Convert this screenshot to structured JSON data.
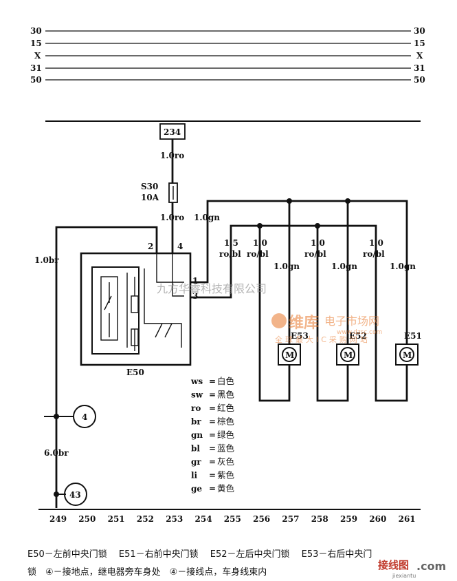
{
  "rails_left": [
    "30",
    "15",
    "X",
    "31",
    "50"
  ],
  "rails_right": [
    "30",
    "15",
    "X",
    "31",
    "50"
  ],
  "fuse_box_ref": "234",
  "wire_top": "1.0ro",
  "fuse_id": "S30",
  "fuse_rating": "10A",
  "wire_after_fuse": "1.0ro",
  "wire_gn_trunk": "1.0gn",
  "wire_left_br": "1.0br",
  "wire_bottom_br": "6.0br",
  "pins": {
    "p2": "2",
    "p4": "4",
    "p1": "1",
    "p3": "3"
  },
  "relay_label": "E50",
  "branches": [
    {
      "gauge": "1.5",
      "color": "ro/bl"
    },
    {
      "gauge": "1.0",
      "color": "ro/bl"
    },
    {
      "gauge": "1.0",
      "color": "ro/bl"
    },
    {
      "gauge": "1.0",
      "color": "ro/bl"
    }
  ],
  "motor_gn": [
    "1.0gn",
    "1.0gn",
    "1.0gn"
  ],
  "motors": [
    {
      "label": "E53",
      "symbol": "M"
    },
    {
      "label": "E52",
      "symbol": "M"
    },
    {
      "label": "E51",
      "symbol": "M"
    }
  ],
  "connector_ref": "4",
  "ground_ref": "43",
  "legend": [
    {
      "code": "ws",
      "name": "白色"
    },
    {
      "code": "sw",
      "name": "黑色"
    },
    {
      "code": "ro",
      "name": "红色"
    },
    {
      "code": "br",
      "name": "棕色"
    },
    {
      "code": "gn",
      "name": "绿色"
    },
    {
      "code": "bl",
      "name": "蓝色"
    },
    {
      "code": "gr",
      "name": "灰色"
    },
    {
      "code": "li",
      "name": "紫色"
    },
    {
      "code": "ge",
      "name": "黄色"
    }
  ],
  "bottom_numbers": [
    "249",
    "250",
    "251",
    "252",
    "253",
    "254",
    "255",
    "256",
    "257",
    "258",
    "259",
    "260",
    "261"
  ],
  "captions": {
    "line1": "E50－左前中央门锁　 E51－右前中央门锁　 E52－左后中央门锁　 E53－右后中央门",
    "line2": "锁　④－接地点，继电器旁车身处　④－接线点，车身线束内"
  },
  "watermark": {
    "company": "九方华睿科技有限公司",
    "brand_main": "维库",
    "brand_sub": "电子市场网",
    "brand_slogan": "全球最大IC采购网站",
    "brand_url": "www.dzsc.com",
    "site_cn": "接线图",
    "site_url": ".com",
    "site_domain": "jiexiantu"
  }
}
